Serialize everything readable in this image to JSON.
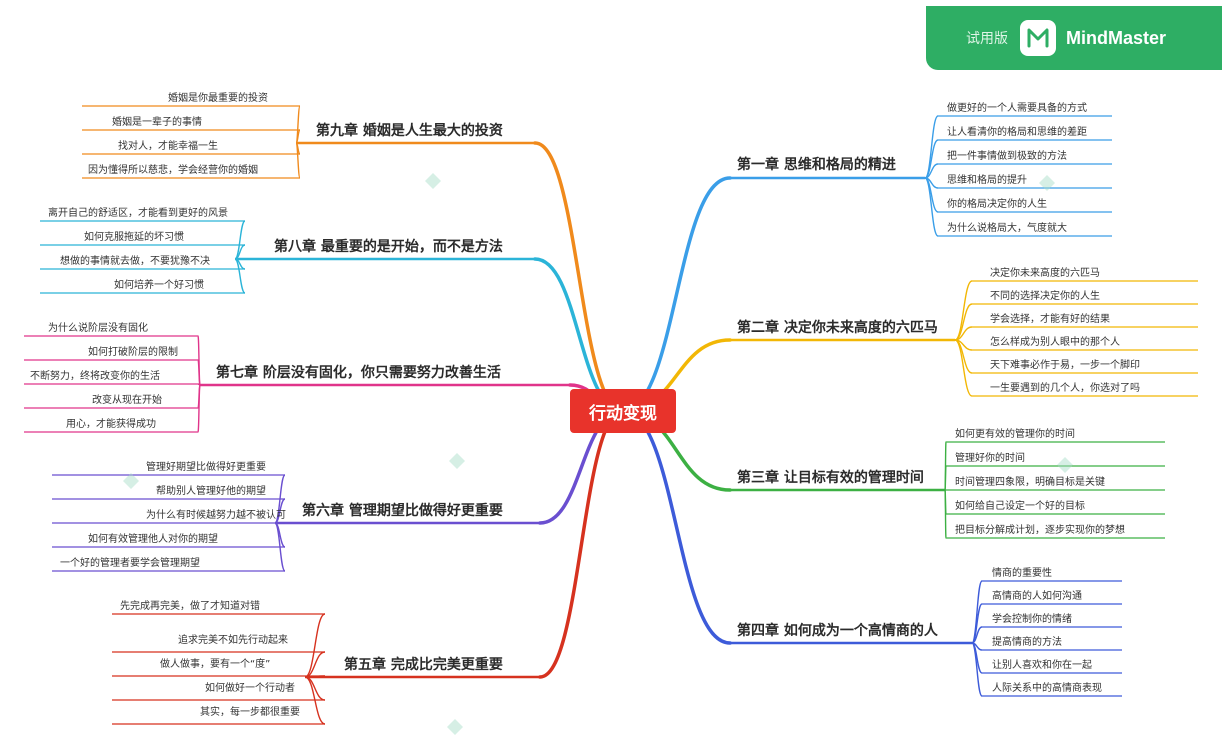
{
  "brand": {
    "trial": "试用版",
    "name": "MindMaster"
  },
  "center": "行动变现",
  "chapters": [
    {
      "id": "ch1",
      "title": "第一章 思维和格局的精进",
      "color": "#3a9ee8",
      "items": [
        "做更好的一个人需要具备的方式",
        "让人看清你的格局和思维的差距",
        "把一件事情做到极致的方法",
        "思维和格局的提升",
        "你的格局决定你的人生",
        "为什么说格局大，气度就大"
      ]
    },
    {
      "id": "ch2",
      "title": "第二章 决定你未来高度的六匹马",
      "color": "#f2b705",
      "items": [
        "决定你未来高度的六匹马",
        "不同的选择决定你的人生",
        "学会选择，才能有好的结果",
        "怎么样成为别人眼中的那个人",
        "天下难事必作于易，一步一个脚印",
        "一生要遇到的几个人，你选对了吗"
      ]
    },
    {
      "id": "ch3",
      "title": "第三章  让目标有效的管理时间",
      "color": "#3cb043",
      "items": [
        "如何更有效的管理你的时间",
        "管理好你的时间",
        "时间管理四象限，明确目标是关键",
        "如何给自己设定一个好的目标",
        "把目标分解成计划，逐步实现你的梦想"
      ]
    },
    {
      "id": "ch4",
      "title": "第四章  如何成为一个高情商的人",
      "color": "#3d5bd9",
      "items": [
        "情商的重要性",
        "高情商的人如何沟通",
        "学会控制你的情绪",
        "提高情商的方法",
        "让别人喜欢和你在一起",
        "人际关系中的高情商表现"
      ]
    },
    {
      "id": "ch5",
      "title": "第五章 完成比完美更重要",
      "color": "#d6321f",
      "items": [
        "先完成再完美，做了才知道对错",
        "追求完美不如先行动起来",
        "做人做事，要有一个“度”",
        "如何做好一个行动者",
        "其实，每一步都很重要"
      ]
    },
    {
      "id": "ch6",
      "title": "第六章 管理期望比做得好更重要",
      "color": "#6a4fd0",
      "items": [
        "管理好期望比做得好更重要",
        "帮助别人管理好他的期望",
        "为什么有时候越努力越不被认可",
        "如何有效管理他人对你的期望",
        "一个好的管理者要学会管理期望"
      ]
    },
    {
      "id": "ch7",
      "title": "第七章 阶层没有固化，你只需要努力改善生活",
      "color": "#e0348a",
      "items": [
        "为什么说阶层没有固化",
        "如何打破阶层的限制",
        "不断努力，终将改变你的生活",
        "改变从现在开始",
        "用心，才能获得成功"
      ]
    },
    {
      "id": "ch8",
      "title": "第八章 最重要的是开始，而不是方法",
      "color": "#2bb4d8",
      "items": [
        "离开自己的舒适区，才能看到更好的风景",
        "如何克服拖延的坏习惯",
        "想做的事情就去做，不要犹豫不决",
        "如何培养一个好习惯"
      ]
    },
    {
      "id": "ch9",
      "title": "第九章 婚姻是人生最大的投资",
      "color": "#f08a1c",
      "items": [
        "婚姻是你最重要的投资",
        "婚姻是一辈子的事情",
        "找对人，才能幸福一生",
        "因为懂得所以慈悲，学会经营你的婚姻"
      ]
    }
  ]
}
